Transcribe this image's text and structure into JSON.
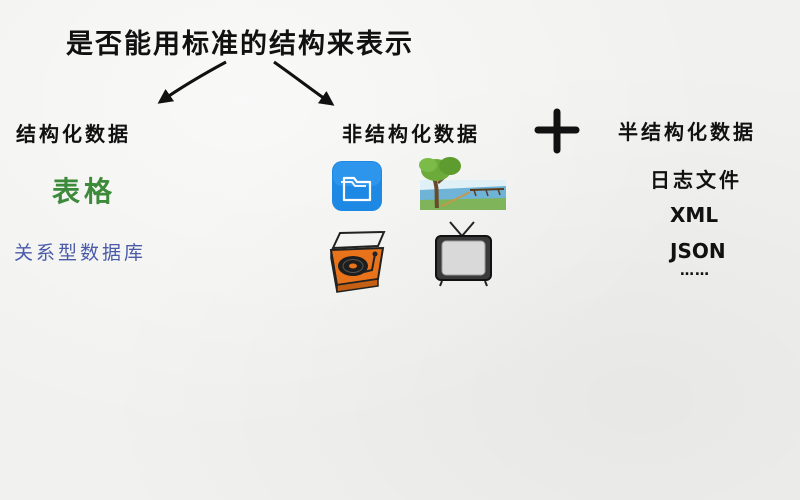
{
  "title": "是否能用标准的结构来表示",
  "structured": {
    "label": "结构化数据",
    "example_table": "表格",
    "example_db": "关系型数据库"
  },
  "unstructured": {
    "label": "非结构化数据",
    "icons": [
      "folder-icon",
      "landscape-picture-icon",
      "record-player-icon",
      "television-icon"
    ]
  },
  "plus_symbol": "+",
  "semi_structured": {
    "label": "半结构化数据",
    "items": [
      "日志文件",
      "XML",
      "JSON",
      "……"
    ]
  },
  "colors": {
    "background": "#f1f1ef",
    "table_word": "#3c8a3a",
    "relational_word": "#4a5aa8",
    "folder_blue": "#1e88e5",
    "turntable_orange": "#e8731a"
  }
}
